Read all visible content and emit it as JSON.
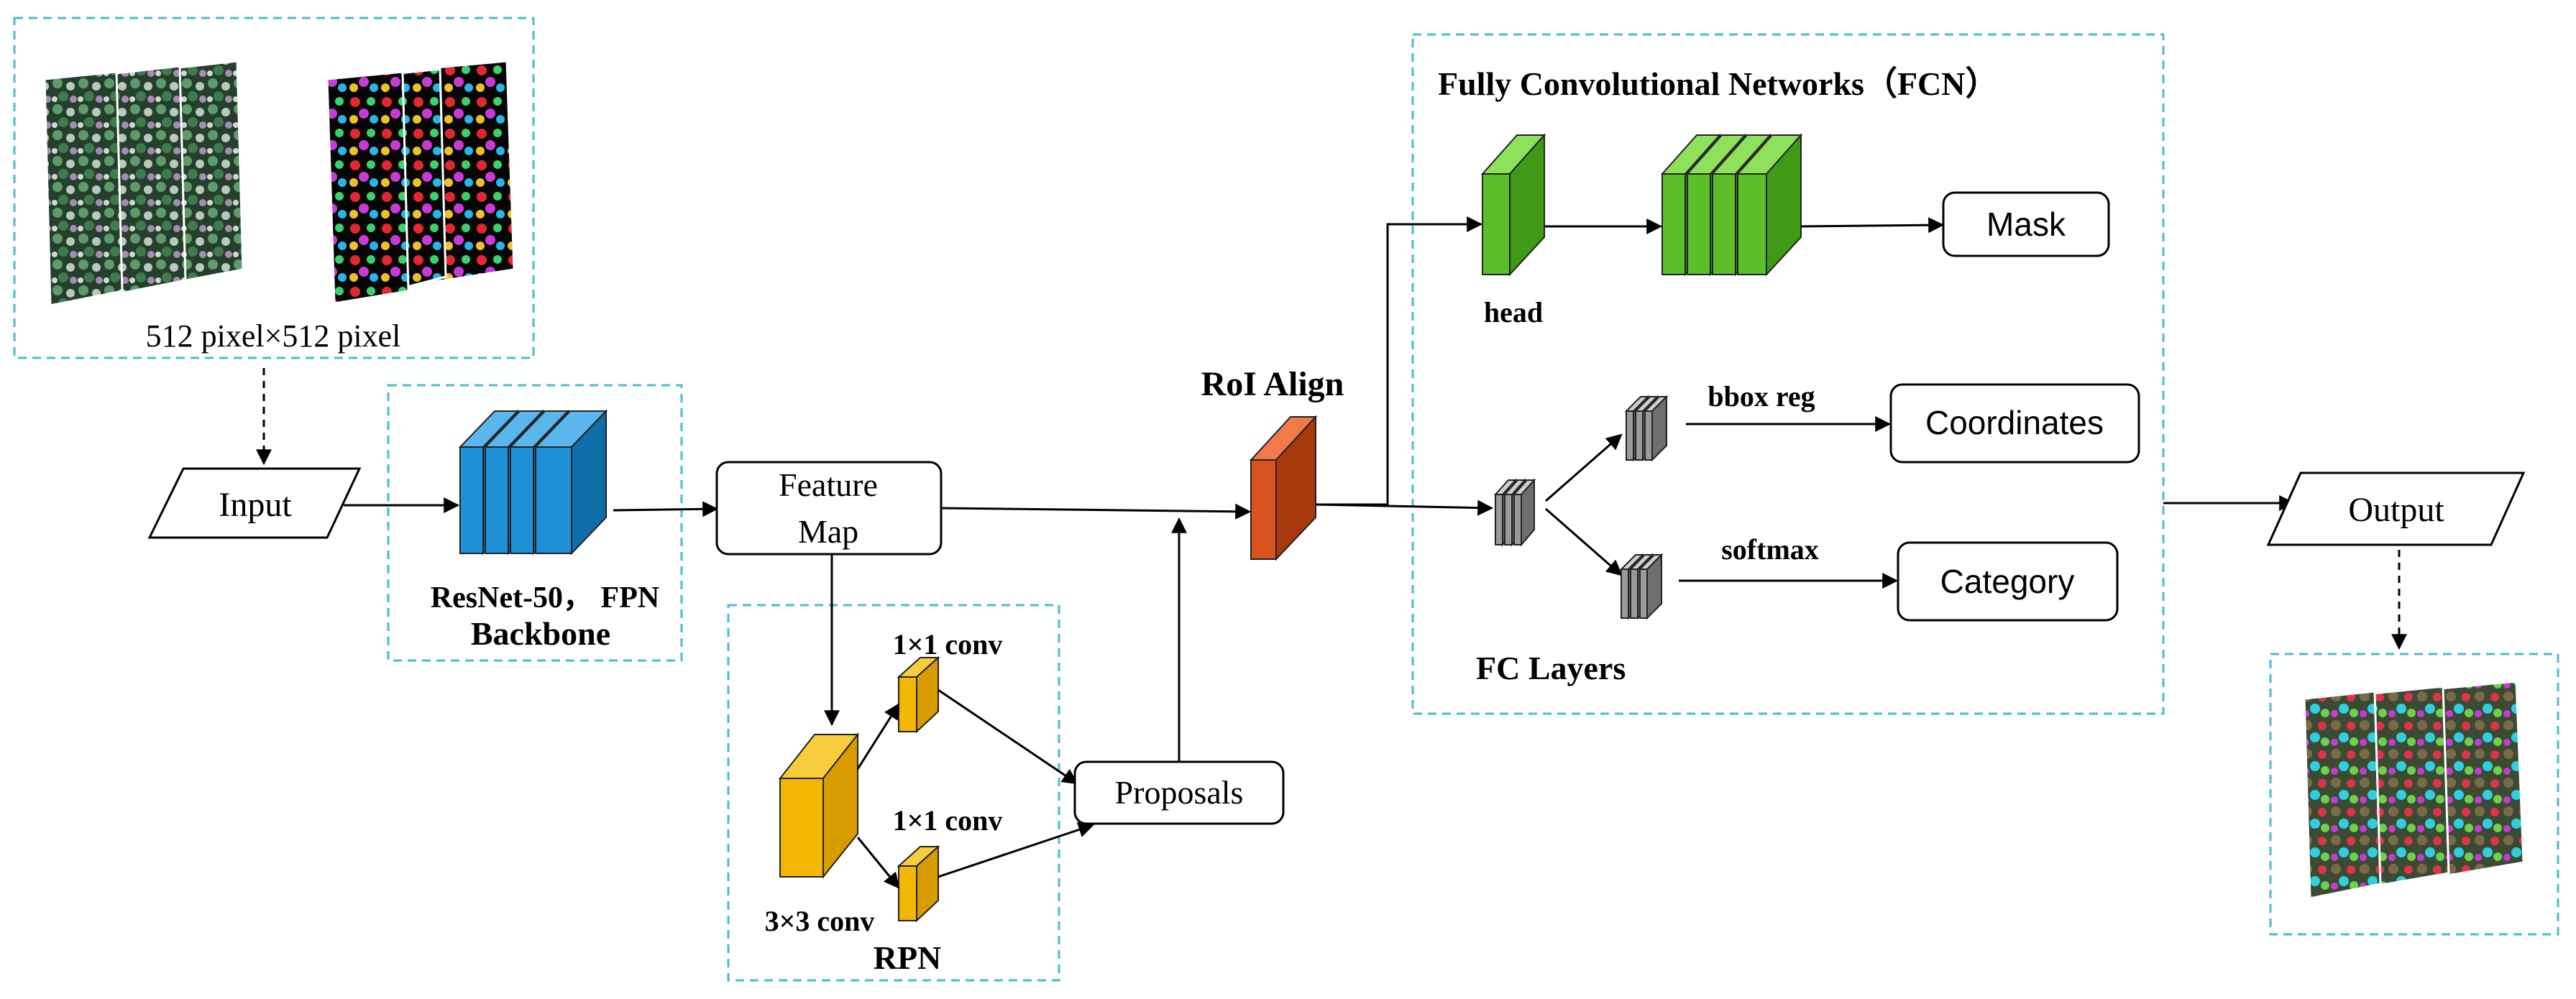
{
  "input_group": {
    "size_label": "512 pixel×512 pixel"
  },
  "input": {
    "label": "Input"
  },
  "backbone": {
    "sublabel": "ResNet-50， FPN",
    "label": "Backbone"
  },
  "feature_map": {
    "line1": "Feature",
    "line2": "Map"
  },
  "rpn": {
    "conv1_label": "1×1 conv",
    "conv2_label": "1×1 conv",
    "conv3_label": "3×3 conv",
    "title": "RPN"
  },
  "proposals": {
    "label": "Proposals"
  },
  "roi_align": {
    "label": "RoI Align"
  },
  "fcn": {
    "title": "Fully Convolutional Networks（FCN）",
    "head_label": "head"
  },
  "mask": {
    "label": "Mask"
  },
  "fc_layers": {
    "title": "FC Layers",
    "bbox_label": "bbox reg",
    "softmax_label": "softmax"
  },
  "coordinates": {
    "label": "Coordinates"
  },
  "category": {
    "label": "Category"
  },
  "output": {
    "label": "Output"
  },
  "colors": {
    "dashed_border": "#4bbcc9",
    "backbone_blue": "#1f8fd6",
    "rpn_yellow": "#f2b705",
    "roi_orange": "#d9531e",
    "fcn_green": "#5cbf2a",
    "fc_gray": "#9a9a9a"
  },
  "icons": [
    "arrow-right",
    "arrow-down",
    "dashed-arrow-down",
    "cuboid-layer"
  ]
}
